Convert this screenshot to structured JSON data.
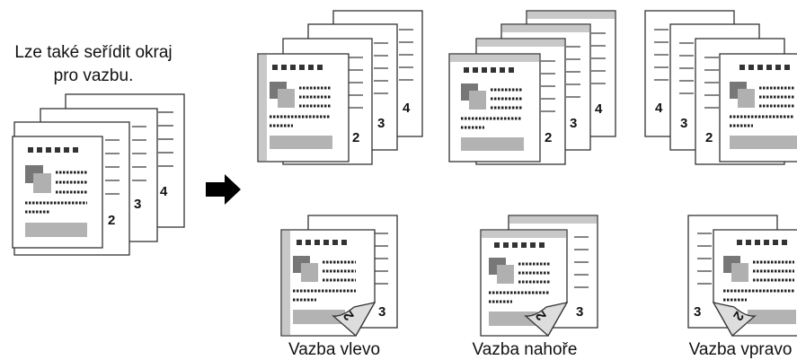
{
  "intro_text": {
    "line1": "Lze také seřídit okraj",
    "line2": "pro vazbu."
  },
  "source_pages": [
    "2",
    "3",
    "4"
  ],
  "layouts": [
    {
      "binding": "left",
      "label": "Vazba vlevo",
      "stack_pages": [
        "2",
        "3",
        "4"
      ],
      "duplex_back_page": "2",
      "duplex_front_page": "3"
    },
    {
      "binding": "top",
      "label": "Vazba nahoře",
      "stack_pages": [
        "2",
        "3",
        "4"
      ],
      "duplex_back_page": "2",
      "duplex_front_page": "3"
    },
    {
      "binding": "right",
      "label": "Vazba vpravo",
      "stack_pages": [
        "2",
        "3",
        "4"
      ],
      "duplex_back_page": "2",
      "duplex_front_page": "3"
    }
  ],
  "arrow_icon": "right-arrow-icon",
  "colors": {
    "outline": "#333333",
    "margin_gray": "#c8c8c8",
    "image_dark": "#777777",
    "image_light": "#b0b0b0",
    "bar_gray": "#b3b3b3",
    "text": "#111111"
  }
}
